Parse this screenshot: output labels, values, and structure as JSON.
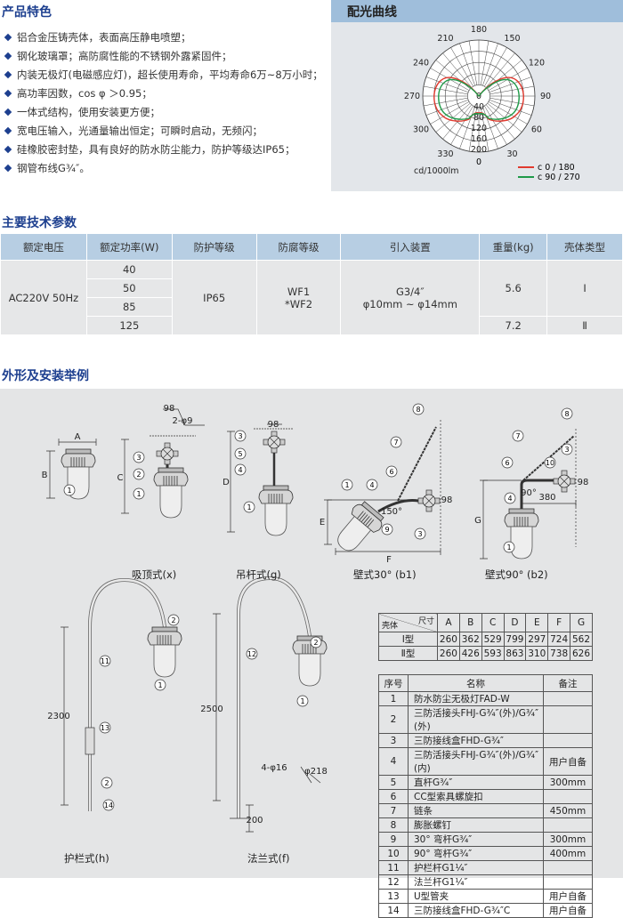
{
  "features": {
    "title": "产品特色",
    "items": [
      "铝合金压铸壳体，表面高压静电喷塑；",
      "钢化玻璃罩；高防腐性能的不锈钢外露紧固件；",
      "内装无极灯(电磁感应灯)，超长使用寿命，平均寿命6万~8万小时；",
      "高功率因数，cos φ ＞0.95；",
      "一体式结构，使用安装更方便；",
      "宽电压输入，光通量输出恒定；可瞬时启动，无频闪；",
      "硅橡胶密封垫，具有良好的防水防尘能力，防护等级达IP65；",
      "钢管布线G¾″。"
    ]
  },
  "polar": {
    "title": "配光曲线",
    "angle_labels": [
      "180",
      "150",
      "120",
      "90",
      "60",
      "30",
      "0",
      "330",
      "300",
      "270",
      "240",
      "210"
    ],
    "ring_labels": [
      "0",
      "40",
      "80",
      "120",
      "160",
      "200"
    ],
    "unit": "cd/1000lm",
    "legend": [
      {
        "label": "c 0 / 180",
        "color": "#e03a2f"
      },
      {
        "label": "c 90 / 270",
        "color": "#1f9a48"
      }
    ]
  },
  "specs": {
    "title": "主要技术参数",
    "headers": [
      "额定电压",
      "额定功率(W)",
      "防护等级",
      "防腐等级",
      "引入装置",
      "重量(kg)",
      "壳体类型"
    ],
    "voltage": "AC220V  50Hz",
    "powers": [
      "40",
      "50",
      "85",
      "125"
    ],
    "protection": "IP65",
    "anticorrosion": [
      "WF1",
      "*WF2"
    ],
    "entry": [
      "G3/4″",
      "φ10mm ~ φ14mm"
    ],
    "weights": [
      "5.6",
      "7.2"
    ],
    "housing": [
      "Ⅰ",
      "Ⅱ"
    ]
  },
  "install": {
    "title": "外形及安装举例",
    "captions": [
      "吸顶式(x)",
      "吊杆式(g)",
      "壁式30° (b1)",
      "壁式90° (b2)",
      "护栏式(h)",
      "法兰式(f)"
    ],
    "callouts": [
      "1",
      "2",
      "3",
      "4",
      "5",
      "6",
      "7",
      "8",
      "9",
      "10",
      "11",
      "12",
      "13",
      "14"
    ],
    "dims": {
      "A": "A",
      "B": "B",
      "C": "C",
      "D": "D",
      "E": "E",
      "F": "F",
      "G": "G",
      "d98": "98",
      "holes": "2-φ9",
      "a150": "150°",
      "a90": "90°",
      "d380": "380",
      "d2300": "2300",
      "d2500": "2500",
      "d200": "200",
      "holes4": "4-φ16",
      "d218": "φ218"
    }
  },
  "dim_table": {
    "corner_top": "尺寸",
    "corner_bottom": "壳体",
    "columns": [
      "A",
      "B",
      "C",
      "D",
      "E",
      "F",
      "G"
    ],
    "rows": [
      {
        "type": "Ⅰ型",
        "values": [
          "260",
          "362",
          "529",
          "799",
          "297",
          "724",
          "562"
        ]
      },
      {
        "type": "Ⅱ型",
        "values": [
          "260",
          "426",
          "593",
          "863",
          "310",
          "738",
          "626"
        ]
      }
    ]
  },
  "parts_table": {
    "headers": [
      "序号",
      "名称",
      "备注"
    ],
    "rows": [
      [
        "1",
        "防水防尘无极灯FAD-W",
        ""
      ],
      [
        "2",
        "三防活接头FHJ-G¾″(外)/G¾″(外)",
        ""
      ],
      [
        "3",
        "三防接线盒FHD-G¾″",
        ""
      ],
      [
        "4",
        "三防活接头FHJ-G¾″(外)/G¾″(内)",
        "用户自备"
      ],
      [
        "5",
        "直杆G¾″",
        "300mm"
      ],
      [
        "6",
        "CC型索具螺旋扣",
        ""
      ],
      [
        "7",
        "链条",
        "450mm"
      ],
      [
        "8",
        "膨胀螺钉",
        ""
      ],
      [
        "9",
        "30° 弯杆G¾″",
        "300mm"
      ],
      [
        "10",
        "90° 弯杆G¾″",
        "400mm"
      ],
      [
        "11",
        "护栏杆G1¼″",
        ""
      ],
      [
        "12",
        "法兰杆G1¼″",
        ""
      ],
      [
        "13",
        "U型管夹",
        "用户自备"
      ],
      [
        "14",
        "三防接线盒FHD-G¾″C",
        "用户自备"
      ]
    ]
  }
}
